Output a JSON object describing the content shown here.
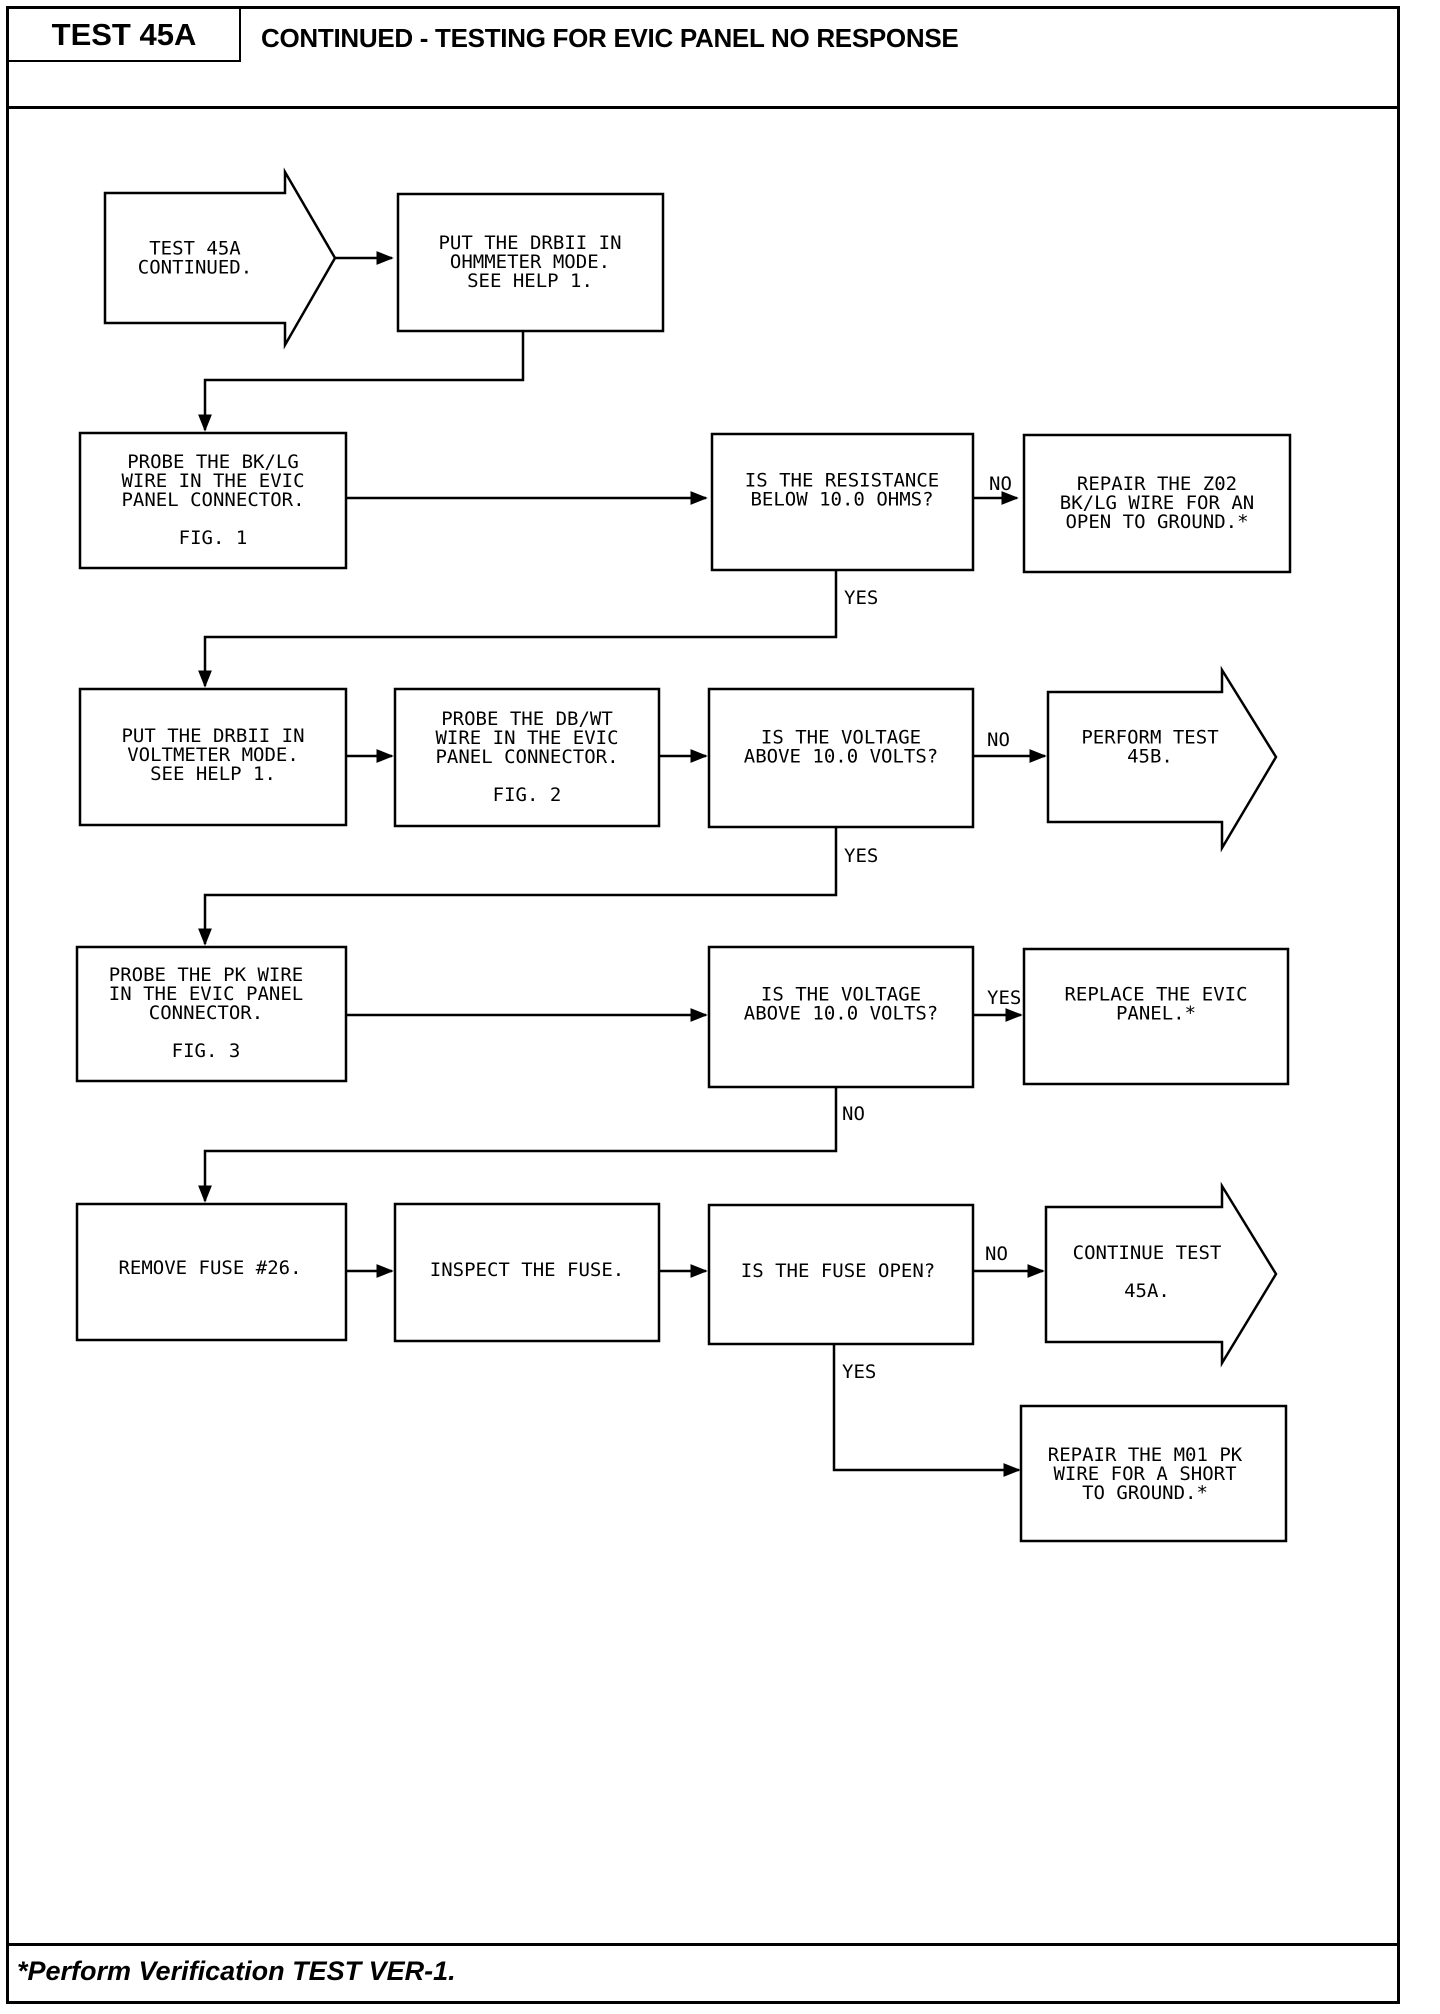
{
  "header": {
    "test_id": "TEST 45A",
    "title": "CONTINUED - TESTING FOR EVIC PANEL NO RESPONSE"
  },
  "footer": {
    "note": "*Perform Verification TEST VER-1."
  },
  "nodes": {
    "start": [
      "TEST 45A",
      "CONTINUED."
    ],
    "ohmmeter": [
      "PUT THE DRBII IN",
      "OHMMETER MODE.",
      "SEE HELP 1."
    ],
    "probe_bklg": [
      "PROBE THE BK/LG",
      "WIRE IN THE EVIC",
      "PANEL CONNECTOR.",
      "",
      "FIG. 1"
    ],
    "q_resistance": [
      "IS THE RESISTANCE",
      "BELOW 10.0 OHMS?"
    ],
    "repair_z02": [
      "REPAIR THE Z02",
      "BK/LG WIRE FOR AN",
      "OPEN TO GROUND.*"
    ],
    "voltmeter": [
      "PUT THE DRBII IN",
      "VOLTMETER MODE.",
      "SEE HELP 1."
    ],
    "probe_dbwt": [
      "PROBE THE DB/WT",
      "WIRE IN THE EVIC",
      "PANEL CONNECTOR.",
      "",
      "FIG. 2"
    ],
    "q_voltage_1": [
      "IS THE VOLTAGE",
      "ABOVE 10.0 VOLTS?"
    ],
    "perform_45b": [
      "PERFORM TEST",
      "45B."
    ],
    "probe_pk": [
      "PROBE THE PK WIRE",
      "IN THE EVIC PANEL",
      "CONNECTOR.",
      "",
      "FIG. 3"
    ],
    "q_voltage_2": [
      "IS THE VOLTAGE",
      "ABOVE 10.0 VOLTS?"
    ],
    "replace_evic": [
      "REPLACE THE EVIC",
      "PANEL.*"
    ],
    "remove_fuse": [
      "REMOVE FUSE #26."
    ],
    "inspect_fuse": [
      "INSPECT THE FUSE."
    ],
    "q_fuse_open": [
      "IS THE FUSE OPEN?"
    ],
    "continue_45a": [
      "CONTINUE TEST",
      "",
      "45A."
    ],
    "repair_m01": [
      "REPAIR THE M01 PK",
      "WIRE FOR A SHORT",
      "TO GROUND.*"
    ]
  },
  "edge_labels": {
    "no": "NO",
    "yes": "YES"
  }
}
